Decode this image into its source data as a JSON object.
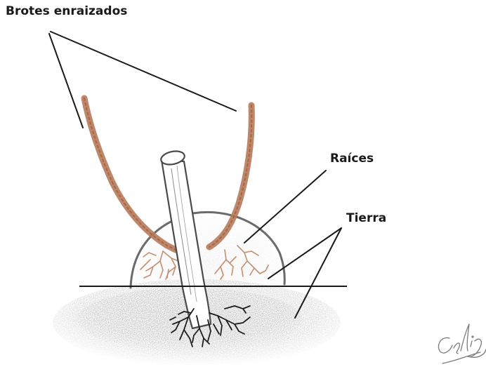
{
  "labels": {
    "shoots": "Brotes enraizados",
    "roots": "Raíces",
    "soil": "Tierra"
  },
  "colors": {
    "shoot": "#b87a5a",
    "root": "#c48e70",
    "ink": "#1a1a1a",
    "soil": "#9a9a9a"
  }
}
